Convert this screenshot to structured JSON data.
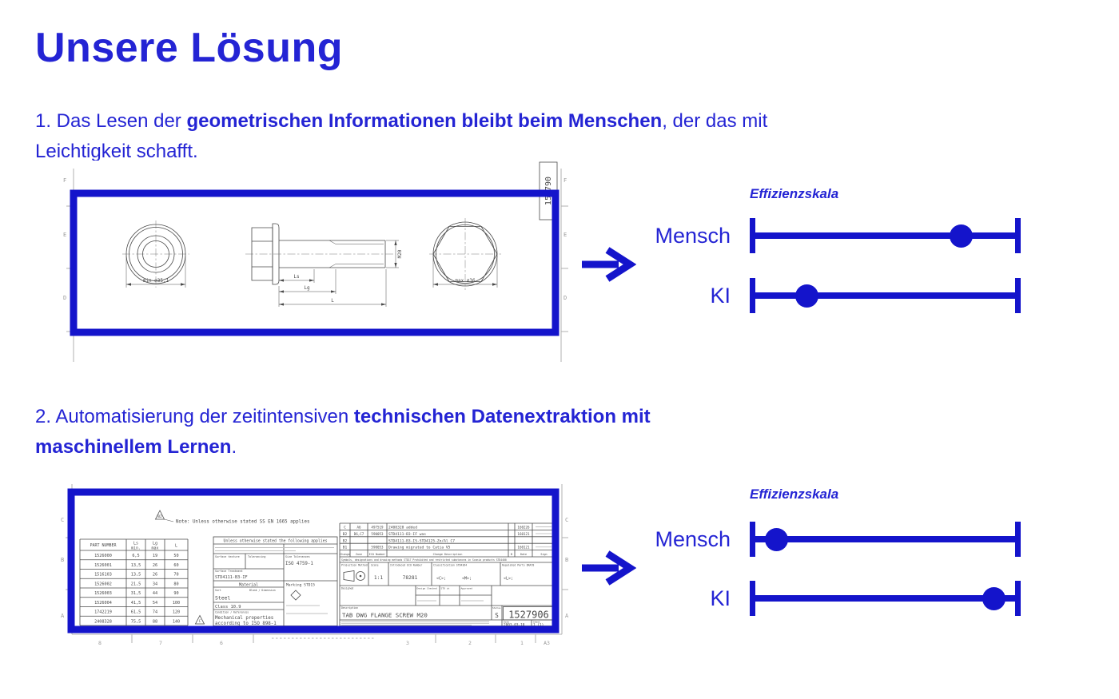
{
  "colors": {
    "accent-text": "#2424d4",
    "accent-element": "#1414cb",
    "drawing-line": "#4a4a4a",
    "frame-line": "#b0b0b0"
  },
  "slide": {
    "title": "Unsere Lösung",
    "point1": {
      "regular1": "1. Das Lesen der ",
      "bold": "geometrischen Informationen bleibt beim Menschen",
      "regular2": ", der das mit",
      "line2": "Leichtigkeit schafft."
    },
    "point2": {
      "regular1": "2. Automatisierung der zeitintensiven ",
      "bold1": "technischen Datenextraktion mit",
      "bold2": "maschinellem Lernen",
      "regular2": "."
    }
  },
  "scale1": {
    "title": "Effizienzskala",
    "row1_label": "Mensch",
    "row1_value_pct": 78,
    "row2_label": "KI",
    "row2_value_pct": 21
  },
  "scale2": {
    "title": "Effizienzskala",
    "row1_label": "Mensch",
    "row1_value_pct": 10,
    "row2_label": "KI",
    "row2_value_pct": 90
  },
  "drawing1": {
    "row_letters": [
      "F",
      "E",
      "D"
    ],
    "rotated_number": "152790",
    "dim_left": "min ∅35.1",
    "dim_right": "max ∅36",
    "dim_ls": "Ls",
    "dim_lg": "Lg",
    "dim_l": "L",
    "thread": "M20"
  },
  "drawing2": {
    "row_letters": [
      "C",
      "B",
      "A"
    ],
    "col_labels": [
      "8",
      "7",
      "6",
      "3",
      "2",
      "1"
    ],
    "sheet_format": "A3",
    "note_flag": "B2",
    "note": "Note: Unless otherwise stated SS EN 1665 applies",
    "parts_table": {
      "header_col1": "PART NUMBER",
      "header_col2a": "Ls",
      "header_col2b": "min.",
      "header_col3a": "Lg",
      "header_col3b": "max",
      "header_col4": "L",
      "rows": [
        [
          "1526000",
          "6,5",
          "19",
          "50"
        ],
        [
          "1526001",
          "13,5",
          "26",
          "60"
        ],
        [
          "1516103",
          "13,5",
          "26",
          "70"
        ],
        [
          "1526002",
          "21,5",
          "34",
          "80"
        ],
        [
          "1526003",
          "31,5",
          "44",
          "90"
        ],
        [
          "1526004",
          "41,5",
          "54",
          "100"
        ],
        [
          "1742219",
          "61,5",
          "74",
          "120"
        ],
        [
          "2408328",
          "75,5",
          "88",
          "140"
        ]
      ]
    },
    "spec_box": {
      "title": "Unless otherwise stated the following applies",
      "surface_texture": "Surface texture",
      "tolerancing": "Tolerancing",
      "size_tolerances": "Size Tolerances",
      "size_tolerances_value": "ISO 4759-1",
      "surface_treatment": "Surface Treatment",
      "surface_treatment_value": "STD4111-B3-IF",
      "material_label": "Material",
      "marking": "Marking STD15",
      "sort_label": "Sort",
      "blank_label": "Blank / Dimension",
      "material_value": "Steel",
      "class_value": "Class 10.9",
      "condition_label": "Condition / References",
      "mech_line1": "Mechanical properties",
      "mech_line2": "according to ISO 898-1",
      "flag": "C"
    },
    "revision_table": {
      "rows": [
        {
          "rev": "C",
          "zone": "A6",
          "eco": "497519",
          "description": "2408328 added",
          "date": "160226"
        },
        {
          "rev": "B2",
          "zone": "D6,C7",
          "eco": "590053",
          "description": "STD4111-B3-IF was",
          "date": "160121"
        },
        {
          "rev": "B2",
          "zone": "",
          "eco": "",
          "description": "STD4111-B3-IS-STD4125-Zn/Al C7",
          "date": ""
        },
        {
          "rev": "B1",
          "zone": "",
          "eco": "590053",
          "description": "Drawing migrated to Catia V5",
          "date": "160121"
        }
      ],
      "header": {
        "change": "Change",
        "zone": "Zone",
        "eco": "ECO Number",
        "description": "Change Description",
        "b": "B",
        "date": "Date",
        "sign": "Sign"
      },
      "std_note": "Symbols, designations and drawing methods STD17  Prohibited and restricted substances in Scania products STD4400"
    },
    "title_block": {
      "projection_label": "Projection Method",
      "scale_label": "Scale",
      "scale_value": "1:1",
      "eco_label": "Introduced ECO Number",
      "eco_value": "78281",
      "classification_label": "Classification STD4364",
      "class_c": "<C>;",
      "class_m": "<M>;",
      "class_l": "<L>;",
      "regulated_label": "Regulated Parts DRA78",
      "designed_label": "Designed",
      "design_checked_label": "Design Checked",
      "std_ch_label": "STD ch",
      "approved_label": "Approved",
      "description_label": "Description",
      "description_value": "TAB DWG FLANGE SCREW M20",
      "status_label": "Status",
      "status_value": "S",
      "part_number": "1527906",
      "date_label": "Date",
      "date_value": "2003-03-18",
      "sheet_label": "Sheet",
      "sheet_value": "1 (1)"
    }
  }
}
